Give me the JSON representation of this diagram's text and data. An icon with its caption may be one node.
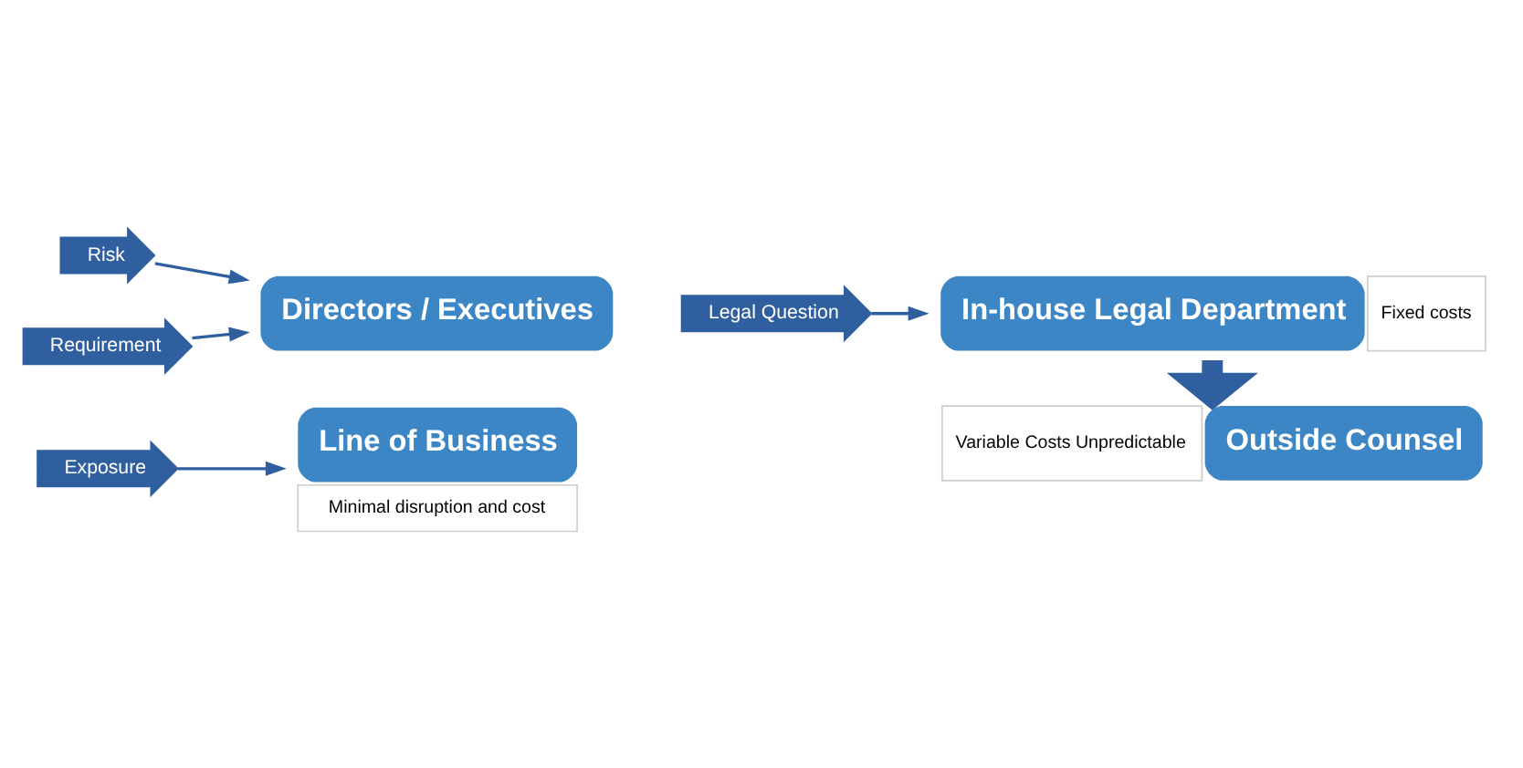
{
  "diagram": {
    "nodes": [
      {
        "text": [
          "Risk"
        ]
      },
      {
        "text": [
          "Requirement"
        ]
      },
      {
        "text": [
          "Exposure"
        ]
      },
      {
        "text": [
          "Directors / Executives"
        ]
      },
      {
        "text": [
          "Line of Business"
        ],
        "beside": [
          "Minimal disruption and cost"
        ]
      },
      {
        "text": [
          "Legal Question"
        ]
      },
      {
        "text": [
          "In-house Legal Department"
        ],
        "beside": [
          "Fixed costs"
        ]
      },
      {
        "text": [
          "Outside Counsel"
        ],
        "beside": [
          "Variable Costs Unpredictable"
        ]
      }
    ],
    "edges": [
      {
        "from": 0,
        "to": 3,
        "arrow": "to"
      },
      {
        "from": 1,
        "to": 3,
        "arrow": "to"
      },
      {
        "from": 2,
        "to": 4,
        "arrow": "to"
      },
      {
        "from": 5,
        "to": 6,
        "arrow": "to"
      },
      {
        "from": 6,
        "to": 7,
        "arrow": "to",
        "style": "thick"
      }
    ]
  }
}
